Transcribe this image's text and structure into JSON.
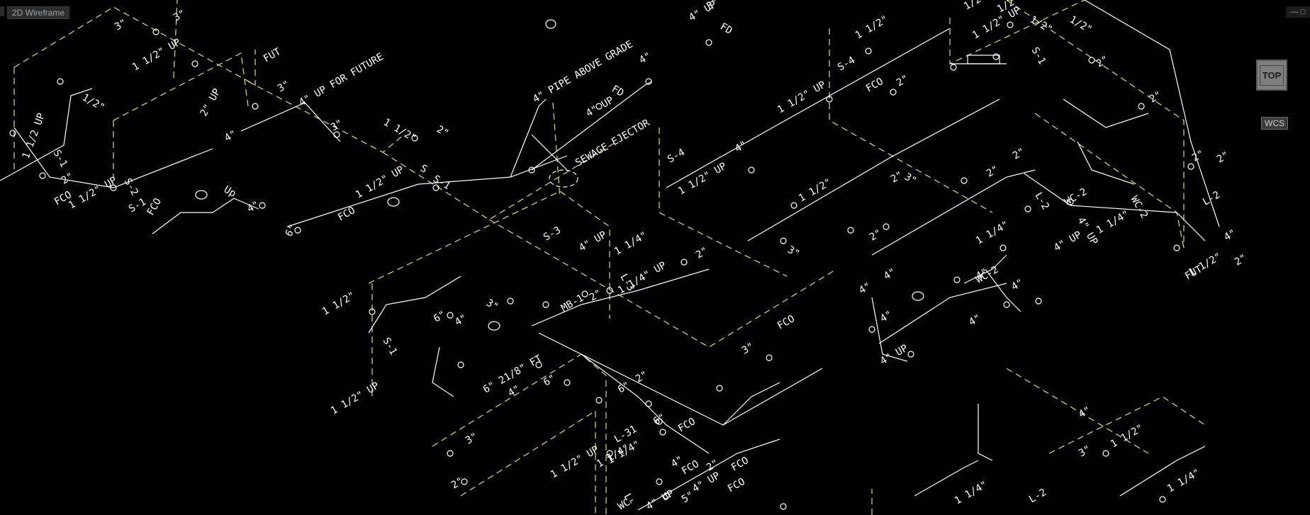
{
  "viewport": {
    "style_label": "2D Wireframe",
    "window_controls": "— □",
    "viewcube_face": "TOP",
    "ucs_label": "WCS"
  },
  "colors": {
    "background": "#000000",
    "geometry": "#ffffff",
    "hidden_lines": "#d6d24e"
  },
  "drawing": {
    "labels": [
      "3\"",
      "3\"",
      "3\"",
      "1 1/2\" UP",
      "1/2\"",
      "1 1/2 UP",
      "S-1",
      "2\"",
      "FCO",
      "1 1/2\" UP",
      "S-2",
      "S-1",
      "FCO",
      "2\" UP",
      "FUT",
      "3\"",
      "4\" UP FOR FUTURE",
      "3\"",
      "1 1/2\"",
      "2\"",
      "4\"",
      "Up",
      "4\"",
      "6\"",
      "FCO",
      "1 1/2\" UP",
      "S",
      "S-1",
      "4\" PIPE ABOVE GRADE",
      "4\" UP",
      "FD",
      "SEWAGE EJECTOR",
      "4\"",
      "4\" UP",
      "FD",
      "1 1/2\"",
      "S-4",
      "FCO",
      "2\"",
      "1 1/2\" UP",
      "1/2\"",
      "1 1/2\" UP",
      "1/2\"",
      "S-1",
      "1/2\"",
      "1/2\"",
      "2\"",
      "2\"",
      "S-4",
      "1 1/2\" UP",
      "4\"",
      "1 1/2\"",
      "2\"",
      "3\"",
      "3\"",
      "S-3",
      "4\" UP",
      "1 1/4\"",
      "L-3",
      "1 1/4\" UP",
      "2\"",
      "1 1/2\"",
      "S-1",
      "6\"",
      "4\"",
      "3\"",
      "MB-1",
      "2\"",
      "4\"",
      "1 1/2\" UP",
      "6\" 21/8\" FT",
      "6\"",
      "FCO",
      "4\"",
      "4\"",
      "4\" UP",
      "3\"",
      "6\"",
      "2\"",
      "6\"",
      "FCO",
      "FCO",
      "4\" UP",
      "FCO",
      "1 1/2\" UP",
      "3\"",
      "2\"",
      "1 1/4\"",
      "L-31",
      "1 1/4\"",
      "L-",
      "WC-",
      "4\" UP",
      "5\"",
      "4\"",
      "2\"",
      "FCO",
      "4\"",
      "1 1/4\"",
      "2\"",
      "WC-2",
      "L-2",
      "4\" UP",
      "4\"",
      "4\"",
      "2\"",
      "2\"",
      "2\"",
      "WC-2",
      "WC-2",
      "L-2",
      "4\"",
      "4\" UP",
      "1 1/4\"",
      "FUT",
      "4\"",
      "3\"",
      "1 1/2\"",
      "1 1/4\"",
      "1 1/4\"",
      "2\"",
      "2\"",
      "L-2",
      "1 1/2\"",
      "4\""
    ]
  }
}
